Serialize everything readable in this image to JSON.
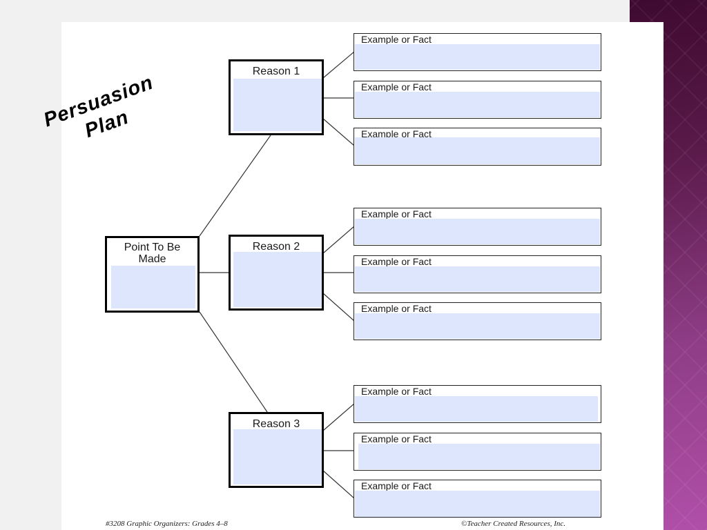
{
  "title": {
    "line1": "Persuasion",
    "line2": "Plan"
  },
  "point": {
    "label": "Point To Be Made"
  },
  "reasons": [
    {
      "label": "Reason 1",
      "examples": [
        "Example or Fact",
        "Example or Fact",
        "Example or Fact"
      ]
    },
    {
      "label": "Reason 2",
      "examples": [
        "Example or Fact",
        "Example or Fact",
        "Example or Fact"
      ]
    },
    {
      "label": "Reason 3",
      "examples": [
        "Example or Fact",
        "Example or Fact",
        "Example or Fact"
      ]
    }
  ],
  "footer": {
    "left": "#3208 Graphic Organizers:  Grades 4–8",
    "right": "©Teacher Created Resources, Inc."
  },
  "colors": {
    "box_fill": "#dde6fc",
    "accent_band": "#8e3d86"
  }
}
